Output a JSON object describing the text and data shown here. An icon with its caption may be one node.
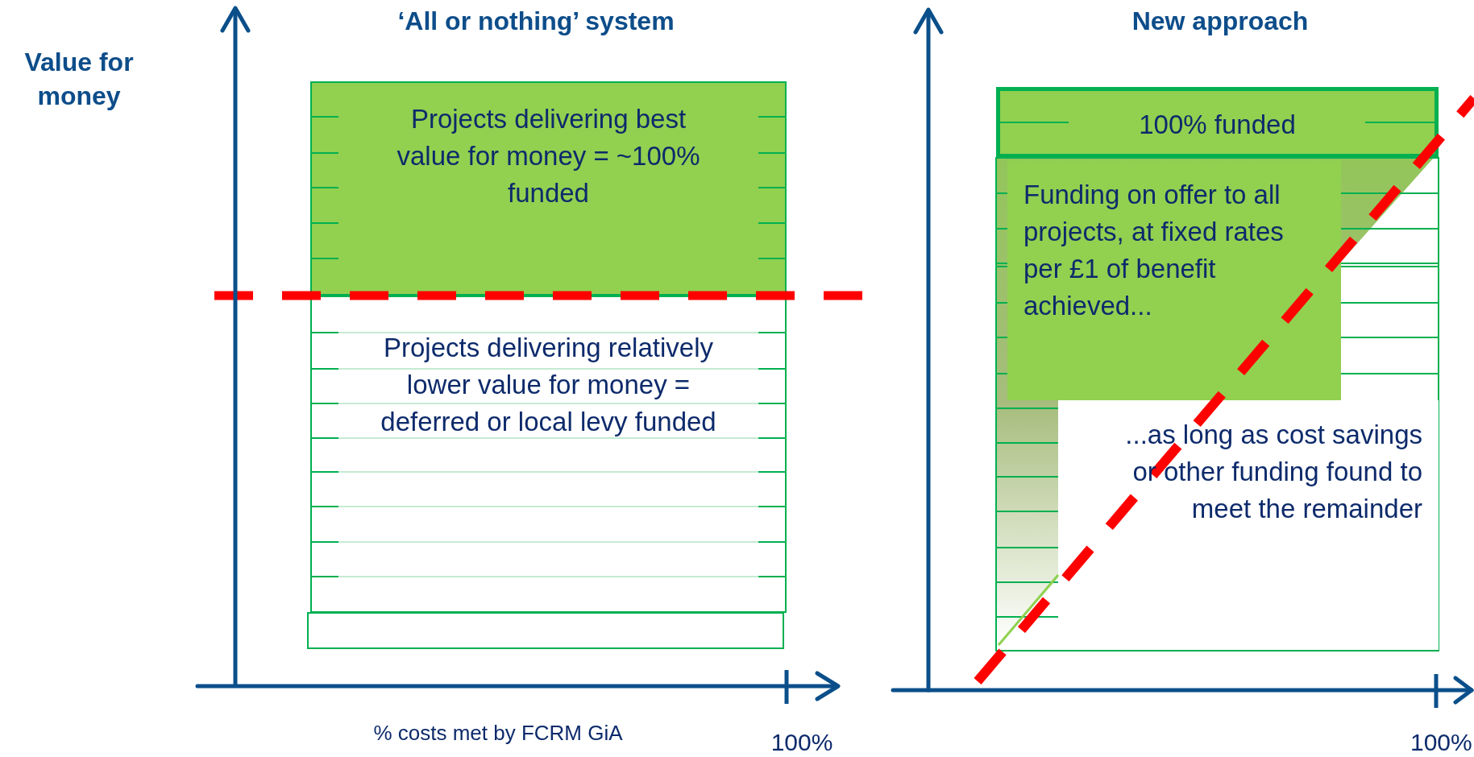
{
  "diagram": {
    "nodes": [
      {
        "text": [
          "Projects delivering best value for money = ~100% funded"
        ]
      },
      {
        "text": [
          "Projects delivering relatively lower value for money = deferred or local levy funded"
        ]
      },
      {
        "text": [
          "100% funded"
        ]
      },
      {
        "text": [
          "Funding on offer to all projects, at fixed rates per £1 of benefit achieved..."
        ]
      },
      {
        "text": [
          "...as long as cost savings or other funding found to meet the remainder"
        ]
      }
    ],
    "edges": [],
    "labels": [
      "‘All or nothing’ system",
      "New approach",
      "Value for money",
      "% costs met by FCRM GiA",
      "100%",
      "100%"
    ]
  }
}
